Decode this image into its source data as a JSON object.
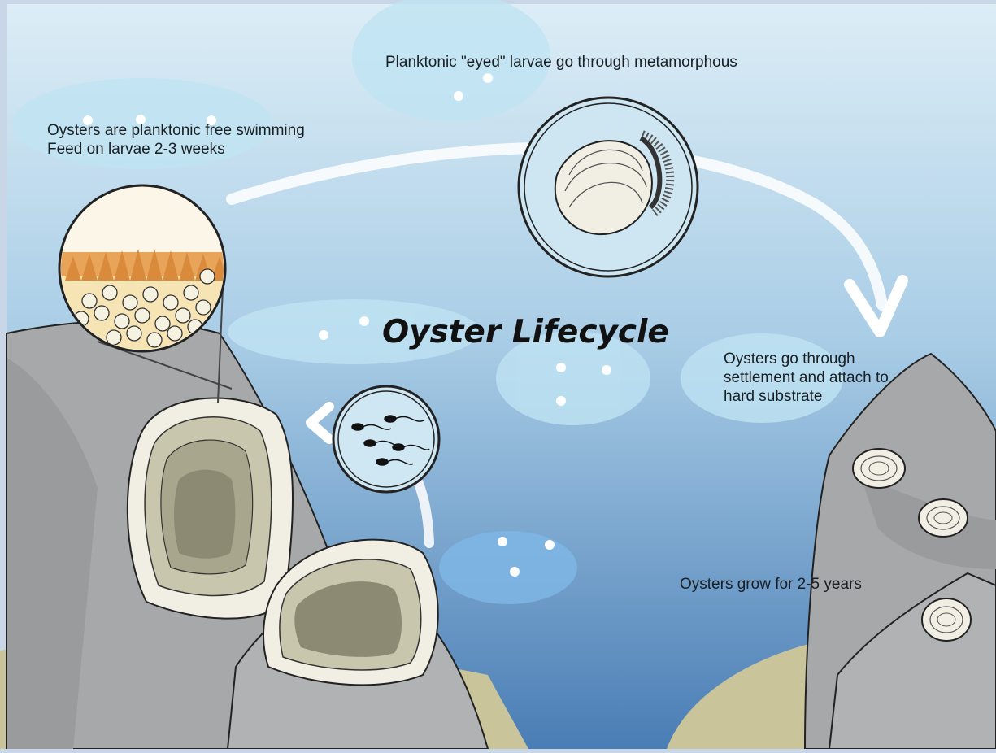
{
  "title": "Oyster Lifecycle",
  "stages": [
    {
      "text": "Oysters are planktonic free swimming\nFeed on larvae 2-3 weeks",
      "icon": "larvae-tissue-magnified-icon"
    },
    {
      "text": "Planktonic \"eyed\" larvae go through metamorphous",
      "icon": "eyed-larva-icon"
    },
    {
      "text": "Oysters go through\nsettlement and attach to\nhard substrate",
      "icon": "settled-spat-icon"
    },
    {
      "text": "Oysters grow for 2-5 years",
      "icon": "juvenile-oyster-icon"
    },
    {
      "icon": "sperm-cells-icon"
    }
  ],
  "colors": {
    "water_top": "#d9ecf5",
    "water_bottom": "#4f82b8",
    "rock": "#a9aaab",
    "sand": "#c9c49a",
    "shell_inner": "#8c8a73",
    "arrow": "#ffffff"
  }
}
